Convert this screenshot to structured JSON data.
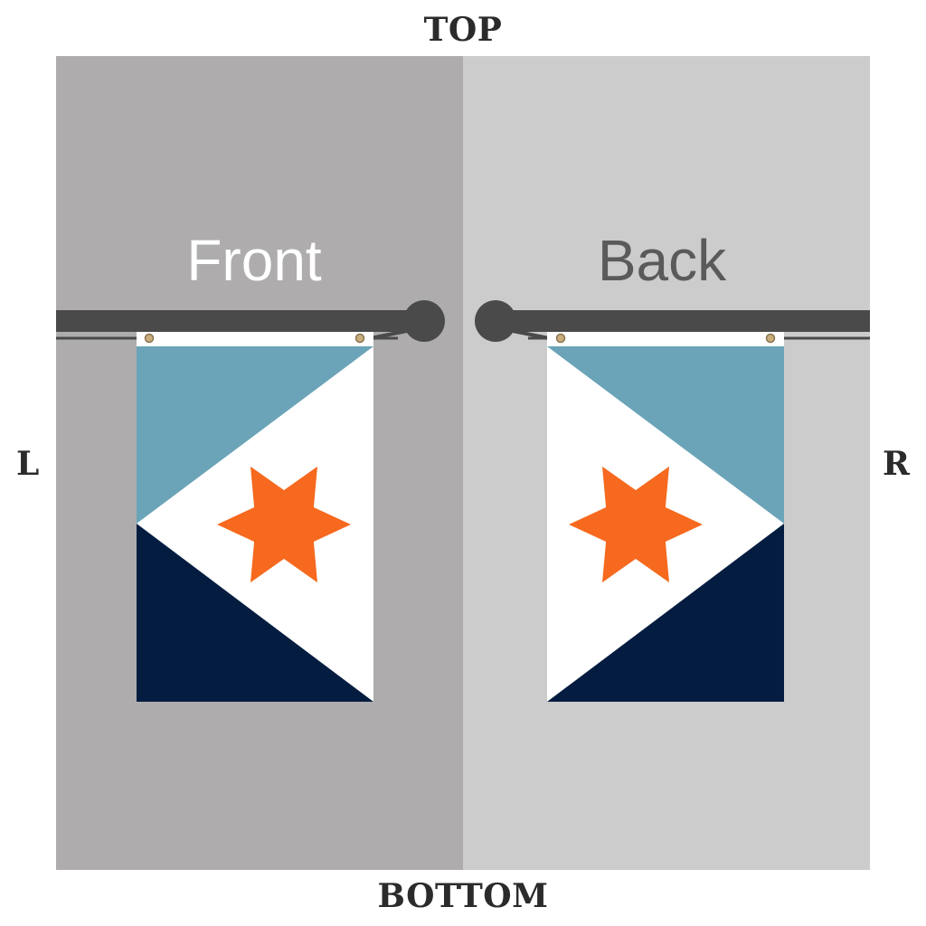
{
  "labels": {
    "top": "TOP",
    "bottom": "BOTTOM",
    "left": "L",
    "right": "R"
  },
  "panels": {
    "front": {
      "title": "Front",
      "background": "#aeacad",
      "title_color": "#ffffff"
    },
    "back": {
      "title": "Back",
      "background": "#cccccc",
      "title_color": "#5a5a5a"
    }
  },
  "pole": {
    "color": "#4a4a4a"
  },
  "flag": {
    "colors": {
      "light_blue": "#6ba4b8",
      "white": "#ffffff",
      "navy": "#041c3f",
      "star": "#f6691e",
      "grommet": "#c9ad7d"
    },
    "star_points": 6
  }
}
